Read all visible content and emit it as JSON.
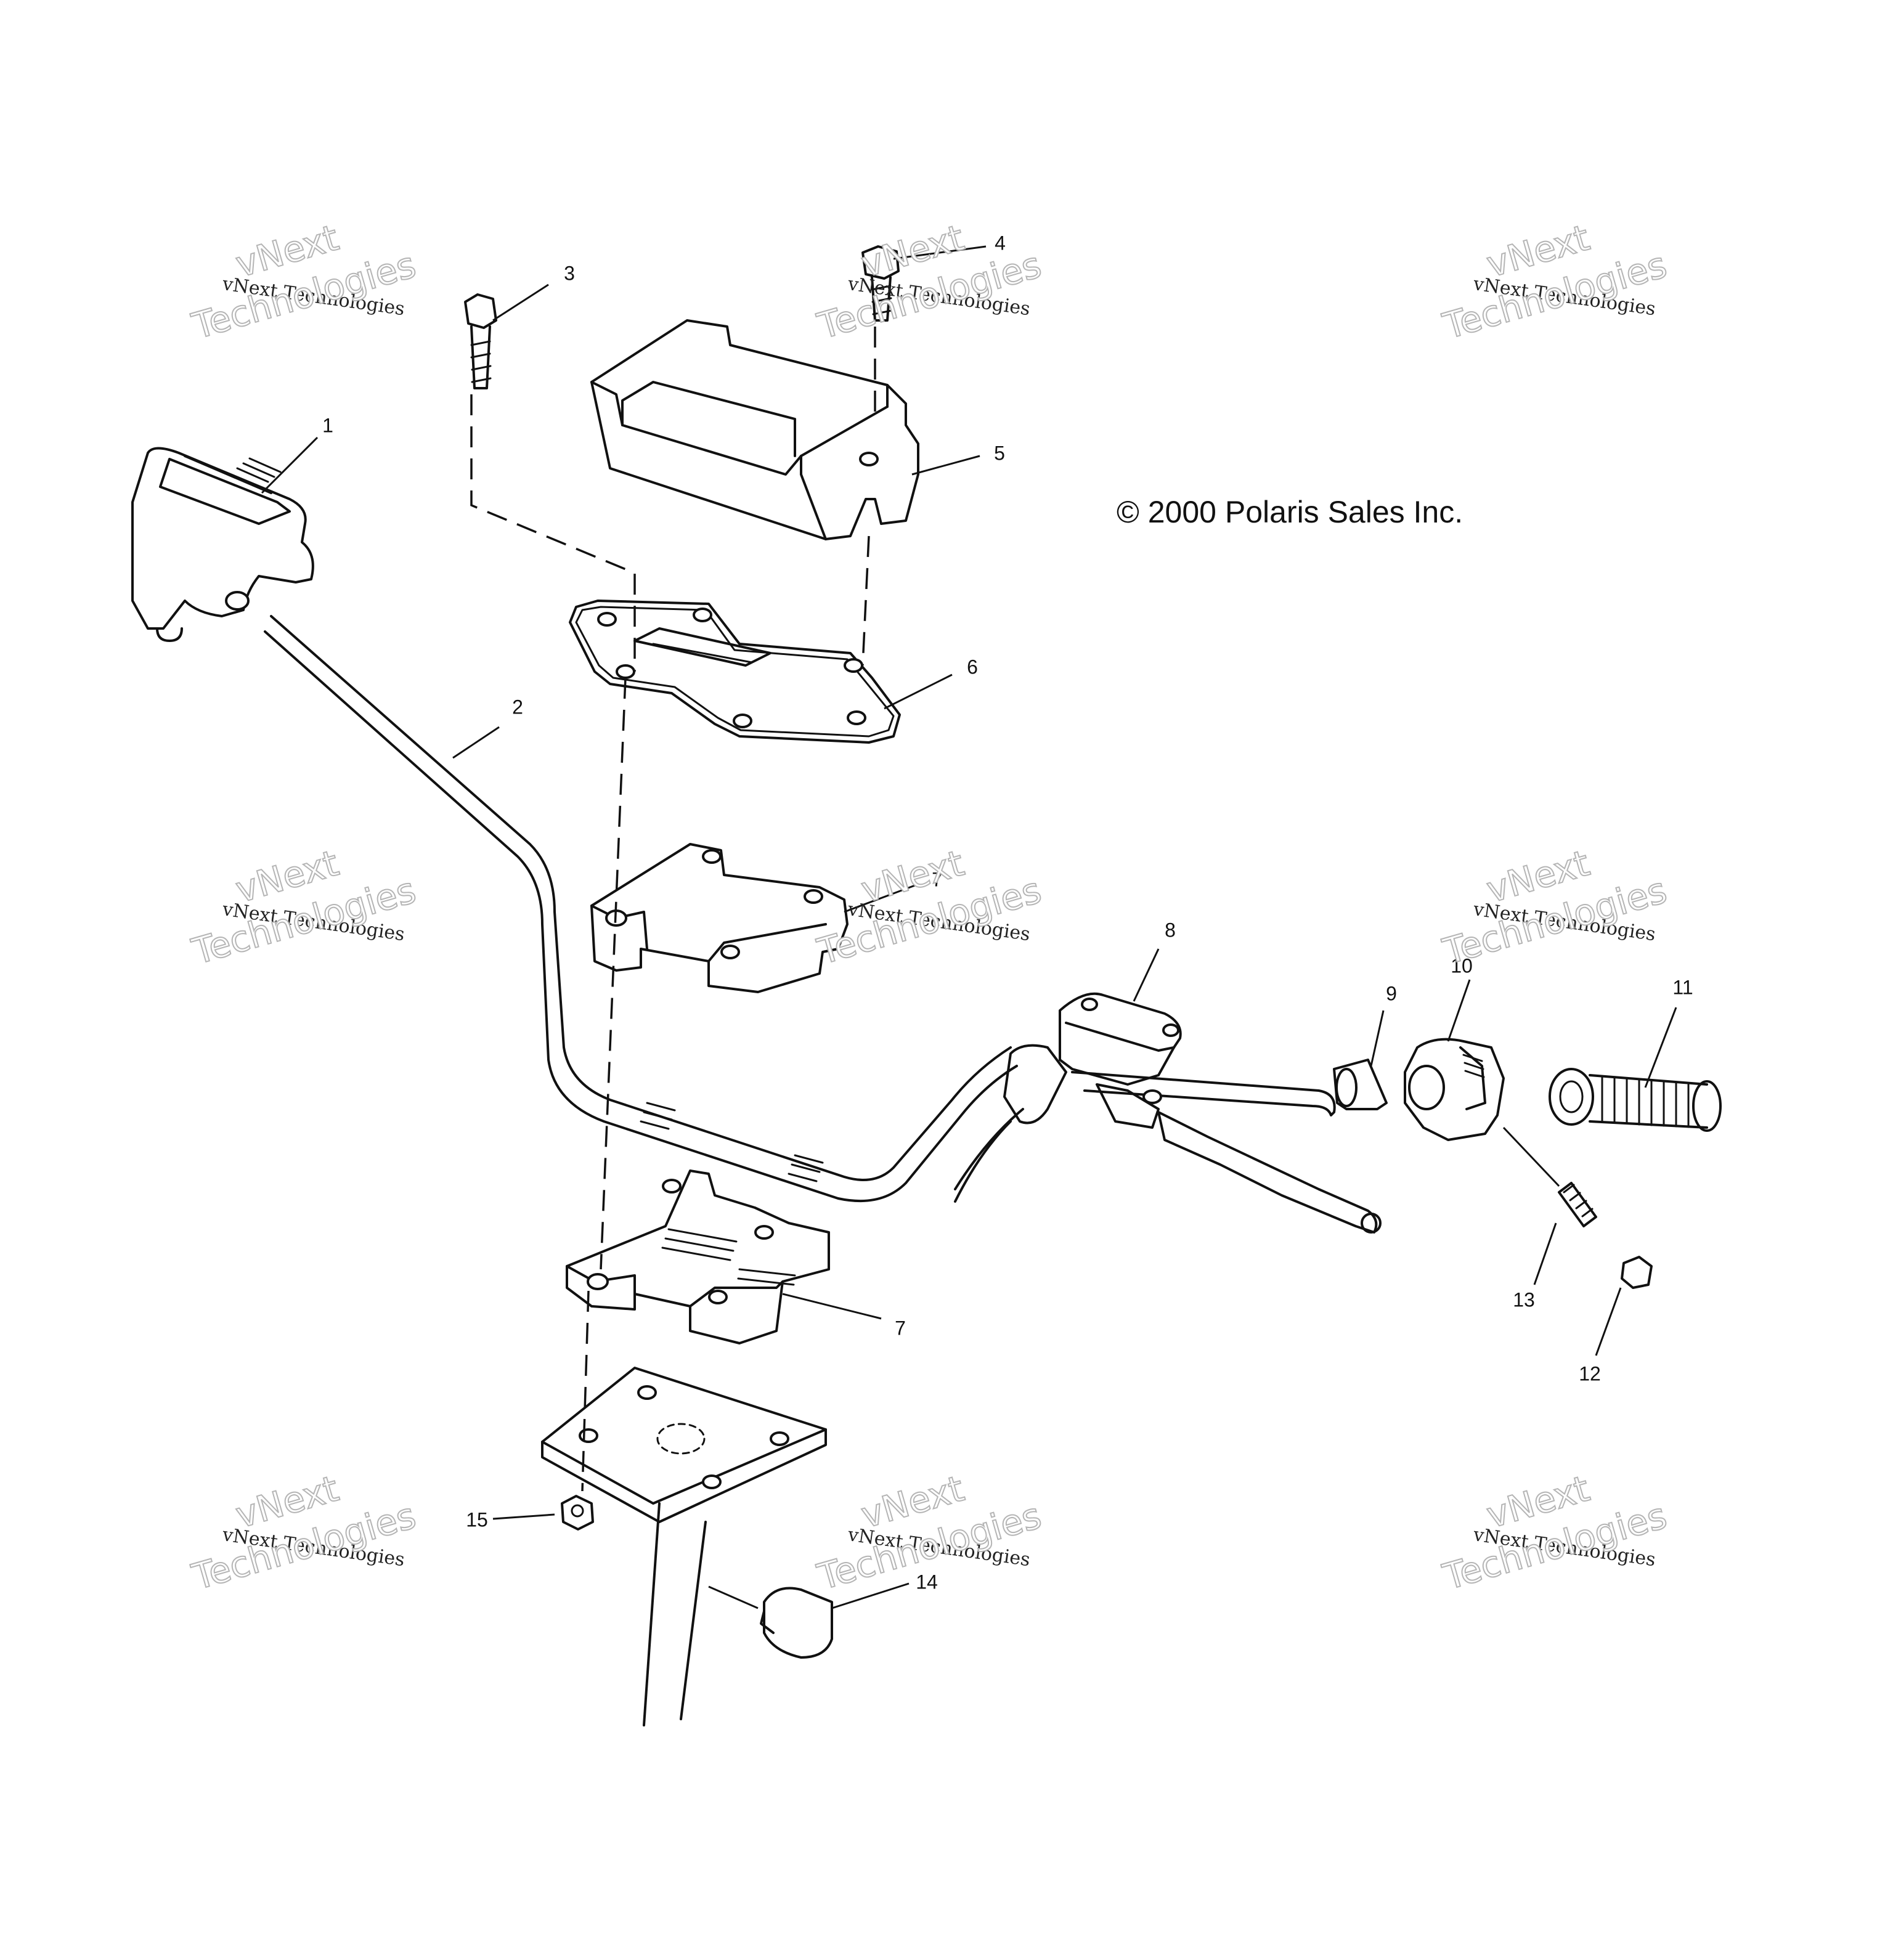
{
  "copyright": "© 2000 Polaris Sales Inc.",
  "callouts": [
    "1",
    "2",
    "3",
    "4",
    "5",
    "6",
    "7",
    "7",
    "8",
    "9",
    "10",
    "11",
    "12",
    "13",
    "14",
    "15"
  ],
  "watermark": {
    "line1": "vNext",
    "line2": "vNext Technologies",
    "line3": "Technologies"
  }
}
